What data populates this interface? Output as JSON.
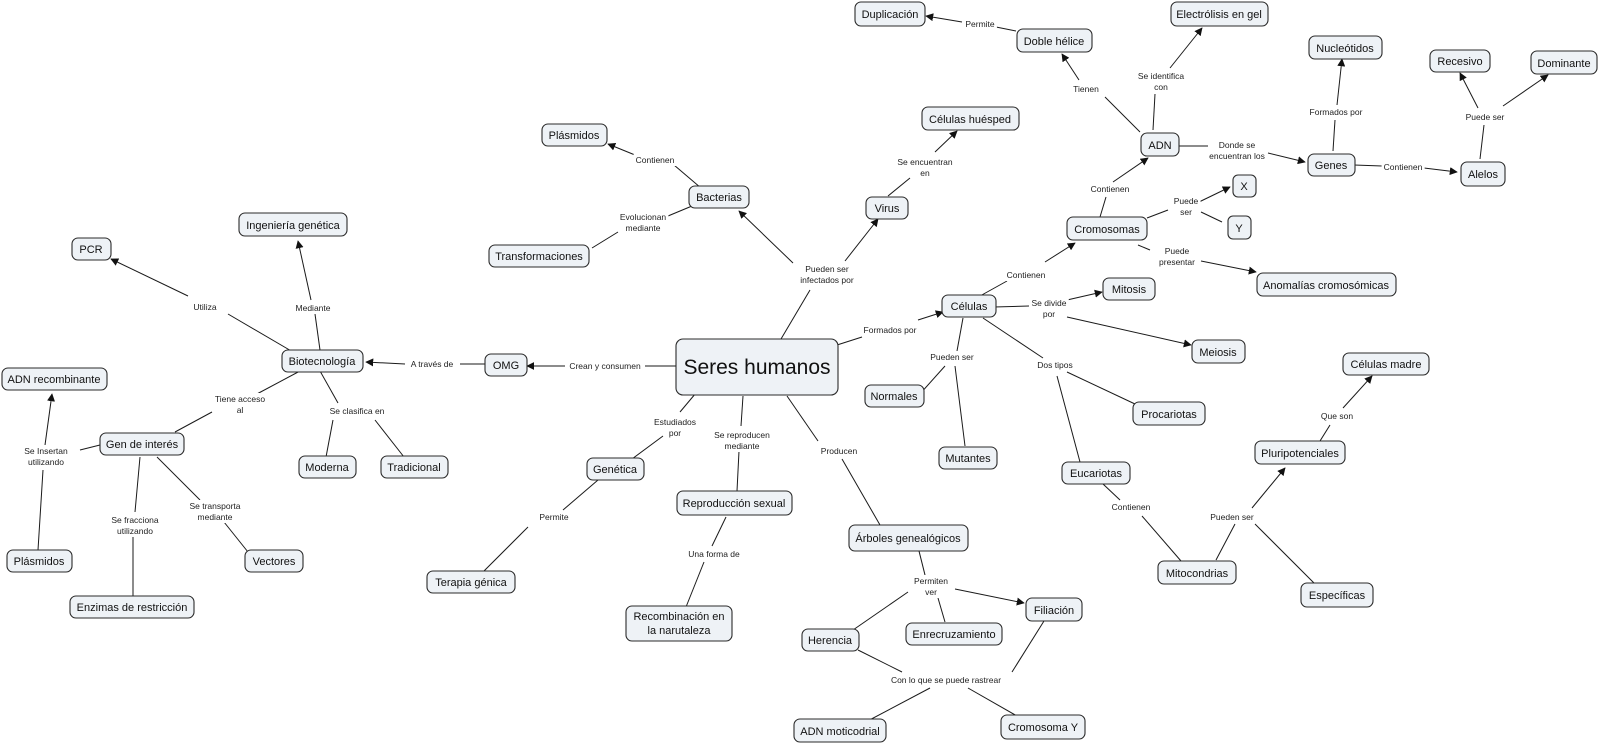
{
  "concept_map": {
    "concepts": {
      "root": "Seres humanos",
      "biotec": "Biotecnología",
      "omg": "OMG",
      "pcr": "PCR",
      "ingen": "Ingeniería genética",
      "adnrec": "ADN recombinante",
      "gen_interes": "Gen de interés",
      "plasm_l": "Plásmidos",
      "enzimas": "Enzimas de restricción",
      "vectores": "Vectores",
      "moderna": "Moderna",
      "tradicional": "Tradicional",
      "bacterias": "Bacterias",
      "plasm_b": "Plásmidos",
      "transf": "Transformaciones",
      "virus": "Virus",
      "huesped": "Células huésped",
      "genetica": "Genética",
      "terapia": "Terapia génica",
      "reprod": "Reproducción sexual",
      "recomb_1": "Recombinación en",
      "recomb_2": "la narutaleza",
      "arboles": "Árboles genealógicos",
      "herencia": "Herencia",
      "enrec": "Enrecruzamiento",
      "filiacion": "Filiación",
      "adnmito": "ADN moticodrial",
      "cromy": "Cromosoma Y",
      "celulas": "Células",
      "normales": "Normales",
      "mutantes": "Mutantes",
      "mitosis": "Mitosis",
      "meiosis": "Meiosis",
      "procariotas": "Procariotas",
      "eucariotas": "Eucariotas",
      "mitocondrias": "Mitocondrias",
      "pluri": "Pluripotenciales",
      "madre": "Células madre",
      "especificas": "Específicas",
      "cromosomas": "Cromosomas",
      "x": "X",
      "y": "Y",
      "anomalias": "Anomalías cromosómicas",
      "adn": "ADN",
      "doble": "Doble hélice",
      "duplicacion": "Duplicación",
      "electro": "Electrólisis en gel",
      "genes": "Genes",
      "nucleotidos": "Nucleótidos",
      "alelos": "Alelos",
      "recesivo": "Recesivo",
      "dominante": "Dominante"
    },
    "link_labels": {
      "crean": "Crean y consumen",
      "atraves": "A través de",
      "utiliza": "Utiliza",
      "mediante": "Mediante",
      "tiene_1": "Tiene acceso",
      "tiene_2": "al",
      "se_insertan_1": "Se Insertan",
      "se_insertan_2": "utilizando",
      "se_frac_1": "Se fracciona",
      "se_frac_2": "utilizando",
      "se_trans_1": "Se transporta",
      "se_trans_2": "mediante",
      "clasifica": "Se clasifica en",
      "pueden_inf_1": "Pueden ser",
      "pueden_inf_2": "infectados por",
      "contienen_b": "Contienen",
      "evol_1": "Evolucionan",
      "evol_2": "mediante",
      "se_encuentran_1": "Se encuentran",
      "se_encuentran_2": "en",
      "estudiados_1": "Estudiados",
      "estudiados_2": "por",
      "permite_g": "Permite",
      "se_reprod_1": "Se reproducen",
      "se_reprod_2": "mediante",
      "una_forma": "Una forma de",
      "producen": "Producen",
      "permiten_1": "Permiten",
      "permiten_2": "ver",
      "rastrear": "Con lo que se puede rastrear",
      "formados": "Formados por",
      "pueden_ser_c": "Pueden ser",
      "se_divide_1": "Se divide",
      "se_divide_2": "por",
      "dos_tipos": "Dos tipos",
      "contienen_e": "Contienen",
      "pueden_ser_m": "Pueden ser",
      "que_son": "Que son",
      "contienen_c": "Contienen",
      "puede_ser_1": "Puede",
      "puede_ser_2": "ser",
      "puede_pres_1": "Puede",
      "puede_pres_2": "presentar",
      "contienen_cr": "Contienen",
      "tienen": "Tienen",
      "permite_d": "Permite",
      "identifica_1": "Se identifica",
      "identifica_2": "con",
      "donde_1": "Donde se",
      "donde_2": "encuentran los",
      "formados_n": "Formados por",
      "contienen_g": "Contienen",
      "puede_ser_a": "Puede ser"
    }
  }
}
